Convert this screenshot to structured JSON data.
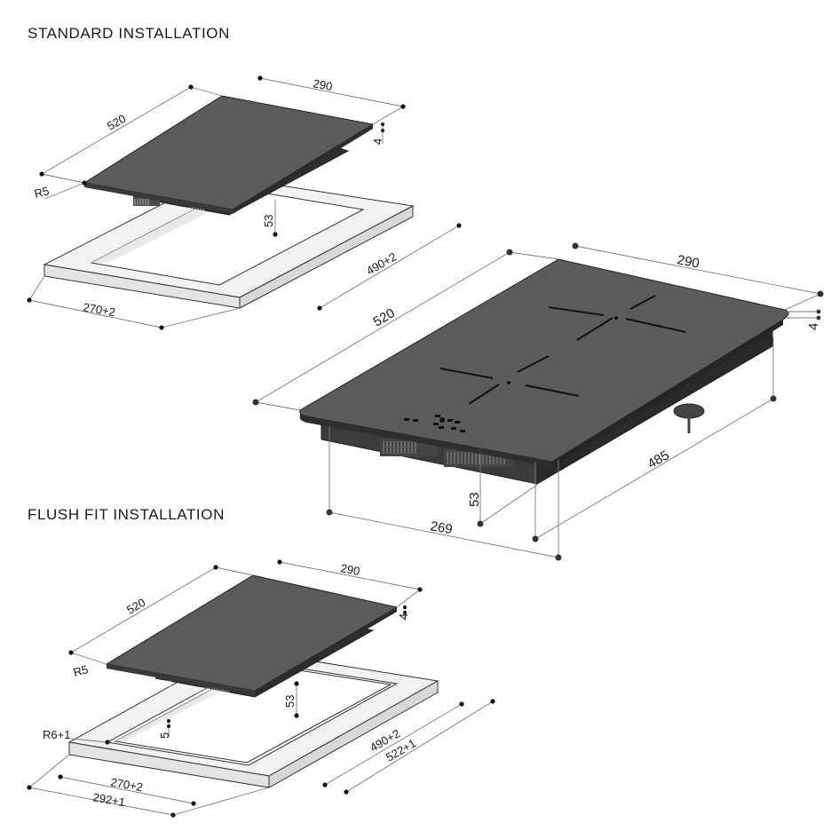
{
  "headings": {
    "standard": "STANDARD INSTALLATION",
    "flush": "FLUSH FIT INSTALLATION"
  },
  "standard": {
    "length": "520",
    "width": "290",
    "thickness": "4",
    "radius": "R5",
    "depth": "53",
    "cutout_length": "490+2",
    "cutout_width": "270+2"
  },
  "main": {
    "length": "520",
    "width": "290",
    "thickness": "4",
    "depth": "53",
    "body_length": "485",
    "body_width": "269"
  },
  "flush": {
    "length": "520",
    "width": "290",
    "thickness": "4",
    "radius": "R5",
    "depth": "53",
    "rebate_depth": "5",
    "cutout_radius": "R6+1",
    "cutout_length": "490+2",
    "rebate_length": "522+1",
    "cutout_width": "270+2",
    "rebate_width": "292+1"
  },
  "colors": {
    "glass": "#5b5b5b",
    "glass_dark": "#3c3c3c",
    "frame": "#efefef",
    "line": "#7a7a7a"
  }
}
